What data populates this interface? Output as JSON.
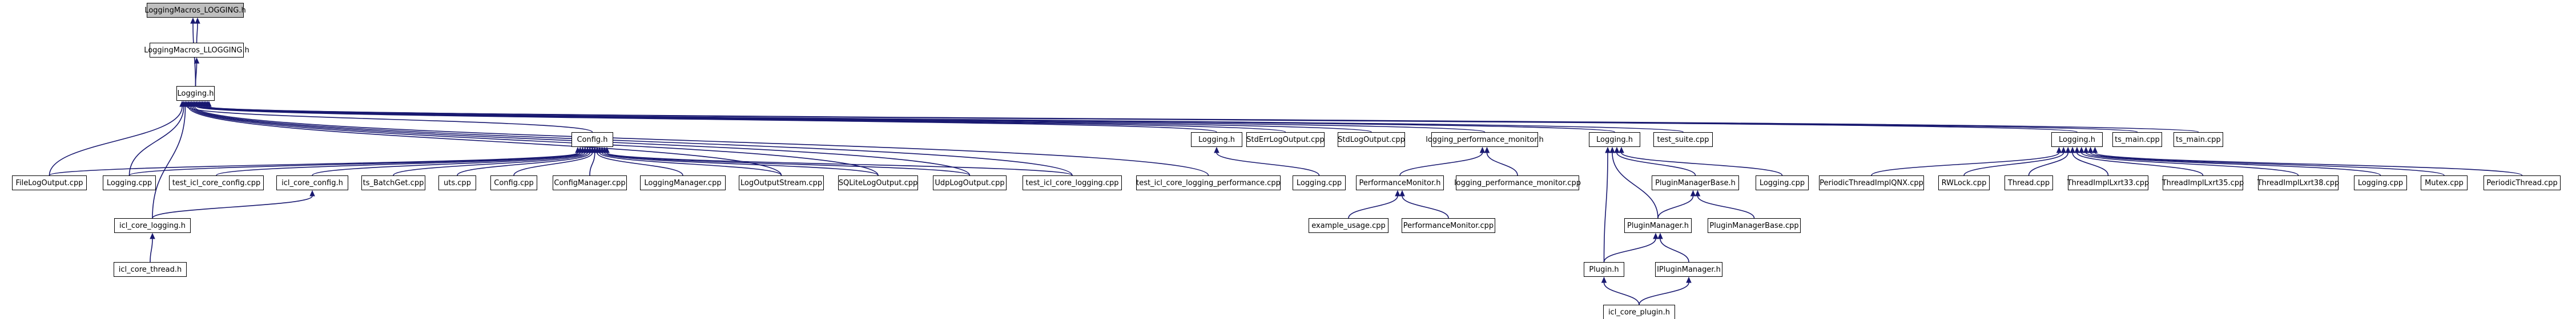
{
  "graph": {
    "root": "LoggingMacros_LOGGING.h",
    "nodes": [
      {
        "id": "root",
        "label": "LoggingMacros_LOGGING.h"
      },
      {
        "id": "llogging",
        "label": "LoggingMacros_LLOGGING.h"
      },
      {
        "id": "logging_h",
        "label": "Logging.h"
      },
      {
        "id": "config_h",
        "label": "Config.h"
      },
      {
        "id": "logging_h2",
        "label": "Logging.h"
      },
      {
        "id": "stderr_cpp",
        "label": "StdErrLogOutput.cpp"
      },
      {
        "id": "stdlog_cpp",
        "label": "StdLogOutput.cpp"
      },
      {
        "id": "perf_mon_h",
        "label": "logging_performance_monitor.h"
      },
      {
        "id": "logging_h3",
        "label": "Logging.h"
      },
      {
        "id": "test_suite",
        "label": "test_suite.cpp"
      },
      {
        "id": "logging_h4",
        "label": "Logging.h"
      },
      {
        "id": "ts_main1",
        "label": "ts_main.cpp"
      },
      {
        "id": "ts_main2",
        "label": "ts_main.cpp"
      },
      {
        "id": "filelog_cpp",
        "label": "FileLogOutput.cpp"
      },
      {
        "id": "logging_cpp1",
        "label": "Logging.cpp"
      },
      {
        "id": "test_core_config",
        "label": "test_icl_core_config.cpp"
      },
      {
        "id": "core_config_h",
        "label": "icl_core_config.h"
      },
      {
        "id": "tsbatchget",
        "label": "ts_BatchGet.cpp"
      },
      {
        "id": "uts_cpp",
        "label": "uts.cpp"
      },
      {
        "id": "config_cpp",
        "label": "Config.cpp"
      },
      {
        "id": "configmgr_cpp",
        "label": "ConfigManager.cpp"
      },
      {
        "id": "logmgr_cpp",
        "label": "LoggingManager.cpp"
      },
      {
        "id": "logstream_cpp",
        "label": "LogOutputStream.cpp"
      },
      {
        "id": "sqlite_cpp",
        "label": "SQLiteLogOutput.cpp"
      },
      {
        "id": "udplog_cpp",
        "label": "UdpLogOutput.cpp"
      },
      {
        "id": "test_core_logging",
        "label": "test_icl_core_logging.cpp"
      },
      {
        "id": "test_core_logperf",
        "label": "test_icl_core_logging_performance.cpp"
      },
      {
        "id": "logging_cpp2",
        "label": "Logging.cpp"
      },
      {
        "id": "perfmon_h",
        "label": "PerformanceMonitor.h"
      },
      {
        "id": "logperfmon_cpp",
        "label": "logging_performance_monitor.cpp"
      },
      {
        "id": "pluginmgrbase_h",
        "label": "PluginManagerBase.h"
      },
      {
        "id": "logging_cpp3",
        "label": "Logging.cpp"
      },
      {
        "id": "periodic_qnx",
        "label": "PeriodicThreadImplQNX.cpp"
      },
      {
        "id": "rwlock_cpp",
        "label": "RWLock.cpp"
      },
      {
        "id": "thread_cpp",
        "label": "Thread.cpp"
      },
      {
        "id": "lxrt33_cpp",
        "label": "ThreadImplLxrt33.cpp"
      },
      {
        "id": "lxrt35_cpp",
        "label": "ThreadImplLxrt35.cpp"
      },
      {
        "id": "lxrt38_cpp",
        "label": "ThreadImplLxrt38.cpp"
      },
      {
        "id": "logging_cpp4",
        "label": "Logging.cpp"
      },
      {
        "id": "mutex_cpp",
        "label": "Mutex.cpp"
      },
      {
        "id": "periodic_cpp",
        "label": "PeriodicThread.cpp"
      },
      {
        "id": "core_logging_h",
        "label": "icl_core_logging.h"
      },
      {
        "id": "example_cpp",
        "label": "example_usage.cpp"
      },
      {
        "id": "perfmon_cpp",
        "label": "PerformanceMonitor.cpp"
      },
      {
        "id": "pluginmgr_h",
        "label": "PluginManager.h"
      },
      {
        "id": "pluginmgrbase_cpp",
        "label": "PluginManagerBase.cpp"
      },
      {
        "id": "core_thread_h",
        "label": "icl_core_thread.h"
      },
      {
        "id": "plugin_h",
        "label": "Plugin.h"
      },
      {
        "id": "iplugmgr_h",
        "label": "IPluginManager.h"
      },
      {
        "id": "core_plugin_h",
        "label": "icl_core_plugin.h"
      }
    ],
    "edges": [
      [
        "llogging",
        "root"
      ],
      [
        "logging_h",
        "root"
      ],
      [
        "logging_h",
        "llogging"
      ],
      [
        "config_h",
        "logging_h"
      ],
      [
        "logging_h2",
        "logging_h"
      ],
      [
        "stderr_cpp",
        "logging_h"
      ],
      [
        "stdlog_cpp",
        "logging_h"
      ],
      [
        "perf_mon_h",
        "logging_h"
      ],
      [
        "logging_h3",
        "logging_h"
      ],
      [
        "test_suite",
        "logging_h"
      ],
      [
        "logging_h4",
        "logging_h"
      ],
      [
        "ts_main1",
        "logging_h"
      ],
      [
        "ts_main2",
        "logging_h"
      ],
      [
        "filelog_cpp",
        "logging_h"
      ],
      [
        "logging_cpp1",
        "logging_h"
      ],
      [
        "logstream_cpp",
        "logging_h"
      ],
      [
        "sqlite_cpp",
        "logging_h"
      ],
      [
        "udplog_cpp",
        "logging_h"
      ],
      [
        "test_core_logging",
        "logging_h"
      ],
      [
        "test_core_logperf",
        "logging_h"
      ],
      [
        "core_logging_h",
        "logging_h"
      ],
      [
        "filelog_cpp",
        "config_h"
      ],
      [
        "logging_cpp1",
        "config_h"
      ],
      [
        "test_core_config",
        "config_h"
      ],
      [
        "core_config_h",
        "config_h"
      ],
      [
        "tsbatchget",
        "config_h"
      ],
      [
        "uts_cpp",
        "config_h"
      ],
      [
        "config_cpp",
        "config_h"
      ],
      [
        "configmgr_cpp",
        "config_h"
      ],
      [
        "logmgr_cpp",
        "config_h"
      ],
      [
        "logstream_cpp",
        "config_h"
      ],
      [
        "sqlite_cpp",
        "config_h"
      ],
      [
        "udplog_cpp",
        "config_h"
      ],
      [
        "test_core_logging",
        "config_h"
      ],
      [
        "logging_cpp2",
        "logging_h2"
      ],
      [
        "perfmon_h",
        "perf_mon_h"
      ],
      [
        "logperfmon_cpp",
        "perf_mon_h"
      ],
      [
        "pluginmgrbase_h",
        "logging_h3"
      ],
      [
        "logging_cpp3",
        "logging_h3"
      ],
      [
        "pluginmgr_h",
        "logging_h3"
      ],
      [
        "plugin_h",
        "logging_h3"
      ],
      [
        "periodic_qnx",
        "logging_h4"
      ],
      [
        "rwlock_cpp",
        "logging_h4"
      ],
      [
        "thread_cpp",
        "logging_h4"
      ],
      [
        "lxrt33_cpp",
        "logging_h4"
      ],
      [
        "lxrt35_cpp",
        "logging_h4"
      ],
      [
        "lxrt38_cpp",
        "logging_h4"
      ],
      [
        "logging_cpp4",
        "logging_h4"
      ],
      [
        "mutex_cpp",
        "logging_h4"
      ],
      [
        "periodic_cpp",
        "logging_h4"
      ],
      [
        "core_logging_h",
        "core_config_h"
      ],
      [
        "example_cpp",
        "perfmon_h"
      ],
      [
        "perfmon_cpp",
        "perfmon_h"
      ],
      [
        "pluginmgr_h",
        "pluginmgrbase_h"
      ],
      [
        "pluginmgrbase_cpp",
        "pluginmgrbase_h"
      ],
      [
        "core_thread_h",
        "core_logging_h"
      ],
      [
        "plugin_h",
        "pluginmgr_h"
      ],
      [
        "iplugmgr_h",
        "pluginmgr_h"
      ],
      [
        "core_plugin_h",
        "plugin_h"
      ],
      [
        "core_plugin_h",
        "iplugmgr_h"
      ]
    ]
  }
}
